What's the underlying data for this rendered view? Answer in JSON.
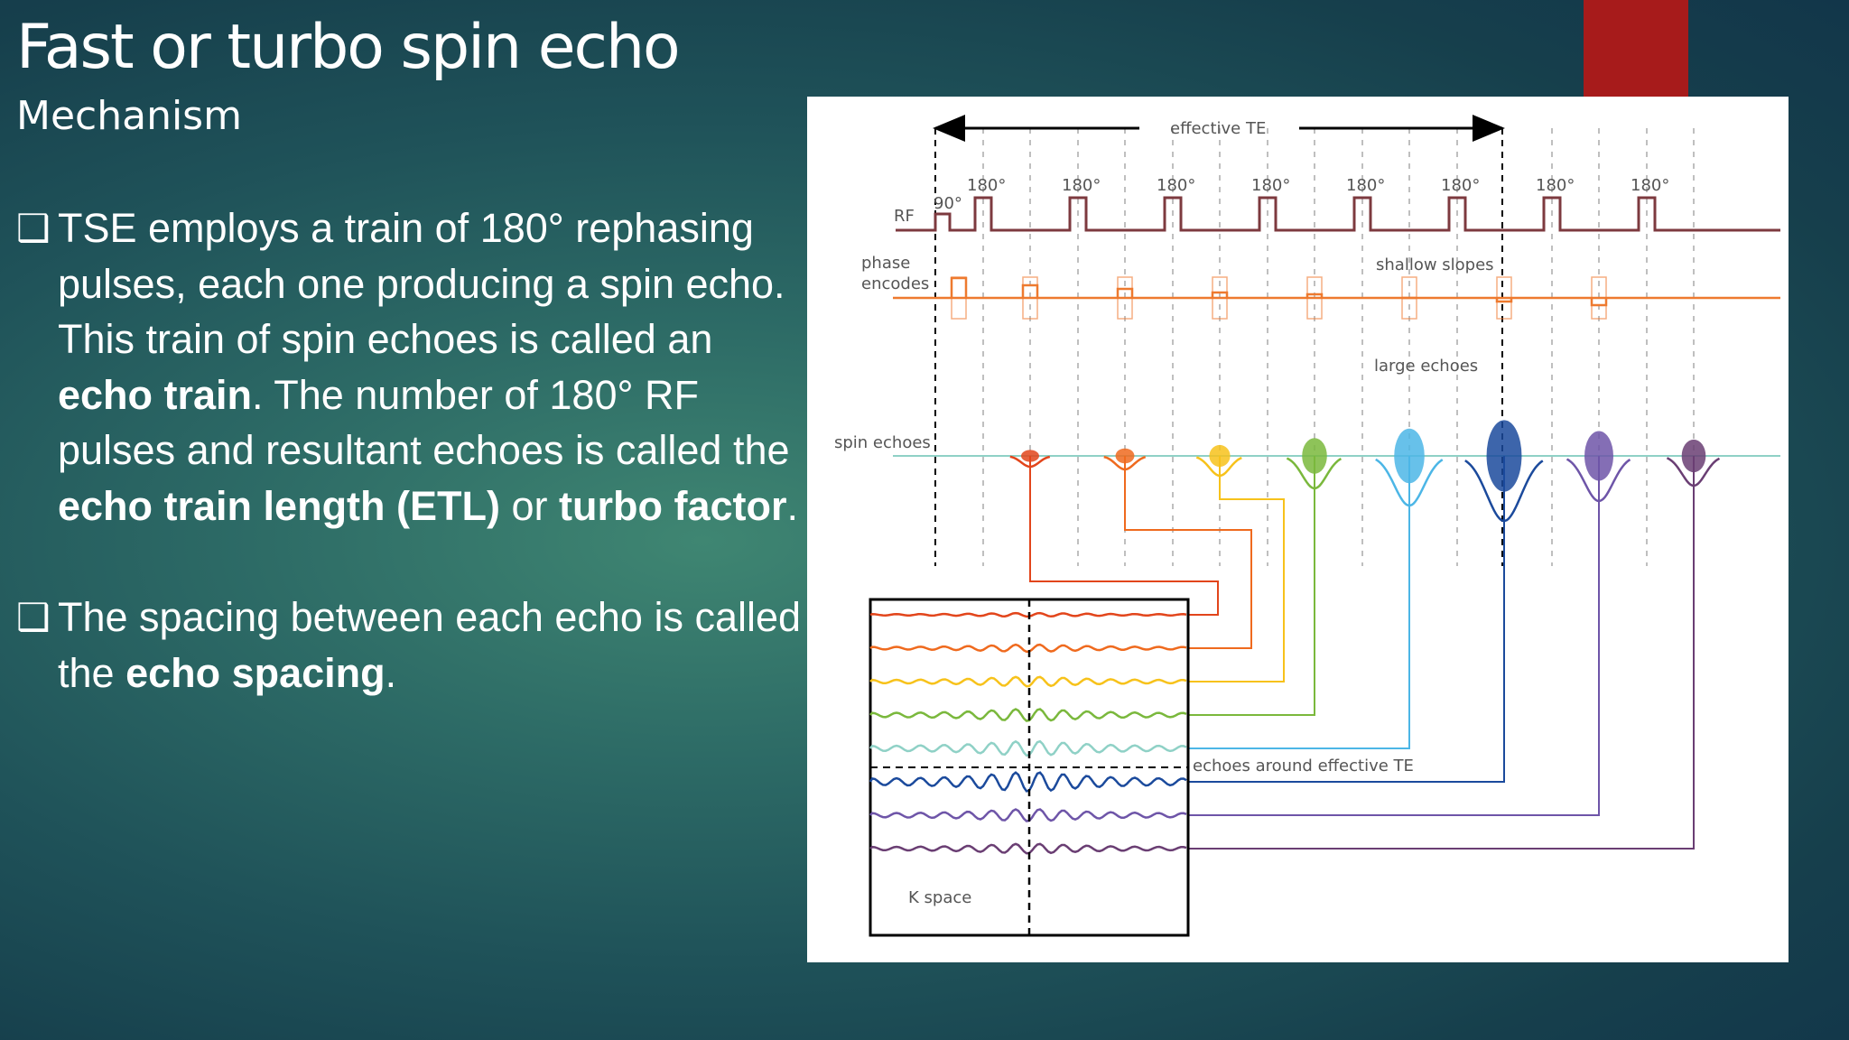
{
  "slide": {
    "title": "Fast or turbo spin echo",
    "subtitle": "Mechanism",
    "accent_color": "#a71b1b"
  },
  "bullets": [
    {
      "marker": "❑",
      "parts": [
        {
          "text": " TSE employs a train of 180° rephasing pulses, each one producing a  spin echo. This train of spin echoes is called an ",
          "bold": false
        },
        {
          "text": "echo train",
          "bold": true
        },
        {
          "text": ". The number of 180° RF pulses and resultant echoes is called the ",
          "bold": false
        },
        {
          "text": "echo train length (ETL)",
          "bold": true
        },
        {
          "text": " or ",
          "bold": false
        },
        {
          "text": "turbo factor",
          "bold": true
        },
        {
          "text": ".",
          "bold": false
        }
      ]
    },
    {
      "marker": "❑",
      "parts": [
        {
          "text": "The spacing between each echo is called the ",
          "bold": false
        },
        {
          "text": "echo spacing",
          "bold": true
        },
        {
          "text": ".",
          "bold": false
        }
      ]
    }
  ],
  "diagram": {
    "effective_te_label": "effective TE",
    "rf_label": "RF",
    "pulse_90_label": "90°",
    "pulse_180_labels": [
      "180°",
      "180°",
      "180°",
      "180°",
      "180°",
      "180°",
      "180°",
      "180°"
    ],
    "phase_label_line1": "phase",
    "phase_label_line2": "encodes",
    "shallow_slopes_label": "shallow slopes",
    "large_echoes_label": "large echoes",
    "spin_echoes_label": "spin echoes",
    "echoes_around_label": "echoes around effective TE",
    "kspace_label": "K space",
    "echo_colors": [
      "#e2451b",
      "#ef6a1e",
      "#f7c21b",
      "#7ab83c",
      "#4cb6e6",
      "#1b4a9c",
      "#6e55a8",
      "#6a3e73"
    ],
    "kspace_line_colors": [
      "#e2451b",
      "#ef6a1e",
      "#f7c21b",
      "#7ab83c",
      "#8fd1c6",
      "#1b4a9c",
      "#6e55a8",
      "#6a3e73"
    ],
    "rf_color": "#7d3a3f",
    "phase_color": "#ee7a2f",
    "baseline_color": "#8fd1c6"
  }
}
